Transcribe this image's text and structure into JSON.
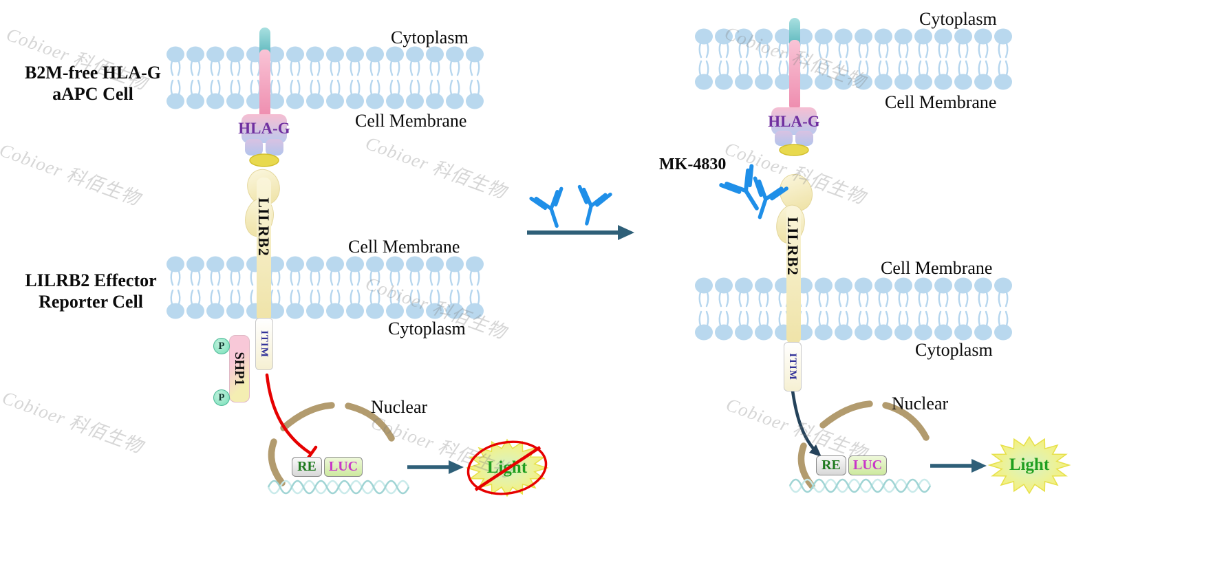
{
  "watermark": {
    "text": "Cobioer 科佰生物"
  },
  "left": {
    "aapc_line1": "B2M-free HLA-G",
    "aapc_line2": "aAPC Cell",
    "cytoplasm_top": "Cytoplasm",
    "cell_membrane_top": "Cell Membrane",
    "hla_g_label": "HLA-G",
    "lilrb2_label": "LILRB2",
    "cell_membrane_bottom": "Cell Membrane",
    "reporter_line1": "LILRB2 Effector",
    "reporter_line2": "Reporter Cell",
    "cytoplasm_bottom": "Cytoplasm",
    "itim_label": "ITIM",
    "shp1_label": "SHP1",
    "phospho_label": "P",
    "nuclear_label": "Nuclear",
    "re_label": "RE",
    "luc_label": "LUC",
    "light_label": "Light"
  },
  "right": {
    "cytoplasm_top": "Cytoplasm",
    "cell_membrane_top": "Cell Membrane",
    "hla_g_label": "HLA-G",
    "mk4830_label": "MK-4830",
    "lilrb2_label": "LILRB2",
    "cell_membrane_bottom": "Cell Membrane",
    "cytoplasm_bottom": "Cytoplasm",
    "itim_label": "ITIM",
    "nuclear_label": "Nuclear",
    "re_label": "RE",
    "luc_label": "LUC",
    "light_label": "Light"
  },
  "colors": {
    "hla_g_text": "#7030a0",
    "itim_text": "#333399",
    "re_text": "#1f7a1f",
    "luc_text": "#c837c8",
    "light_text": "#1f9e1f",
    "arrow": "#2e5f78",
    "signal_arrow": "#24425a",
    "inhibit_red": "#e60000",
    "membrane_blue": "#b9d8ee",
    "antibody_blue": "#1f8fe8",
    "nuclear_envelope_tan": "#b29b6e",
    "lilrb2_cream": "#f0e6ae",
    "peptide_yellow": "#e8d94e",
    "phospho_green": "#8ce5c3"
  }
}
